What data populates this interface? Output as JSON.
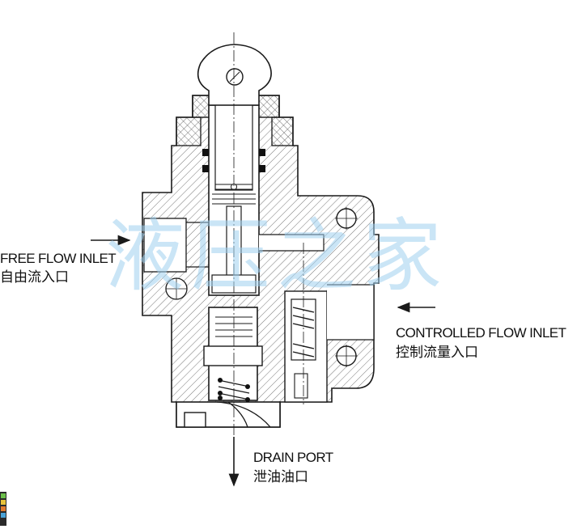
{
  "labels": {
    "free_flow_inlet_en": "FREE FLOW INLET",
    "free_flow_inlet_cn": "自由流入口",
    "controlled_flow_inlet_en": "CONTROLLED FLOW INLET",
    "controlled_flow_inlet_cn": "控制流量入口",
    "drain_port_en": "DRAIN PORT",
    "drain_port_cn": "泄油油口"
  },
  "watermark": {
    "text": "液压之家",
    "color": "#9fd0ef"
  },
  "colors": {
    "line": "#1a1a1a",
    "hatch": "#555555",
    "background": "#ffffff"
  }
}
